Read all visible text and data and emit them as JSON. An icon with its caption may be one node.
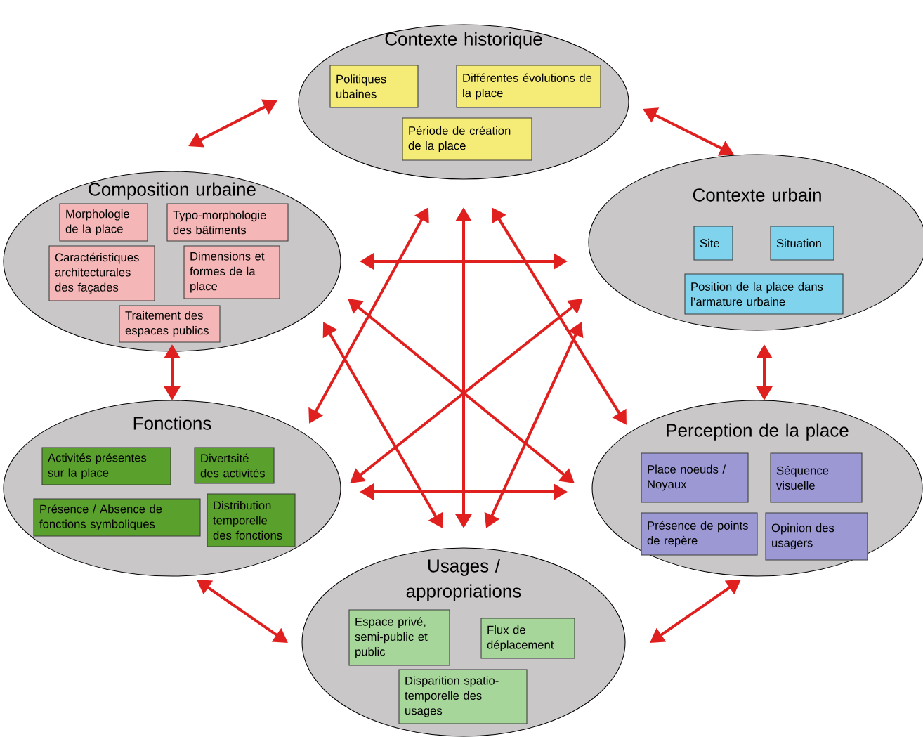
{
  "diagram": {
    "nodes": [
      {
        "text": [
          "Contexte historique"
        ]
      },
      {
        "text": [
          "Politiques ubaines"
        ],
        "in": 0
      },
      {
        "text": [
          "Différentes évolutions de la place"
        ],
        "in": 0
      },
      {
        "text": [
          "Période de création de la place"
        ],
        "in": 0
      },
      {
        "text": [
          "Composition urbaine"
        ]
      },
      {
        "text": [
          "Morphologie de la place"
        ],
        "in": 4
      },
      {
        "text": [
          "Typo-morphologie des bâtiments"
        ],
        "in": 4
      },
      {
        "text": [
          "Caractéristiques architecturales des façades"
        ],
        "in": 4
      },
      {
        "text": [
          "Dimensions et formes de la place"
        ],
        "in": 4
      },
      {
        "text": [
          "Traitement des espaces publics"
        ],
        "in": 4
      },
      {
        "text": [
          "Contexte urbain"
        ]
      },
      {
        "text": [
          "Site"
        ],
        "in": 10
      },
      {
        "text": [
          "Situation"
        ],
        "in": 10
      },
      {
        "text": [
          "Position de la place dans l’armature urbaine"
        ],
        "in": 10
      },
      {
        "text": [
          "Fonctions"
        ]
      },
      {
        "text": [
          "Activités présentes sur la place"
        ],
        "in": 14
      },
      {
        "text": [
          "Divertsité des activités"
        ],
        "in": 14
      },
      {
        "text": [
          "Présence / Absence de fonctions symboliques"
        ],
        "in": 14
      },
      {
        "text": [
          "Distribution temporelle des fonctions"
        ],
        "in": 14
      },
      {
        "text": [
          "Perception de la place"
        ]
      },
      {
        "text": [
          "Place noeuds / Noyaux"
        ],
        "in": 19
      },
      {
        "text": [
          "Séquence visuelle"
        ],
        "in": 19
      },
      {
        "text": [
          "Présence de points de repère"
        ],
        "in": 19
      },
      {
        "text": [
          "Opinion des usagers"
        ],
        "in": 19
      },
      {
        "text": [
          "Usages / appropriations"
        ]
      },
      {
        "text": [
          "Espace privé, semi-public et public"
        ],
        "in": 24
      },
      {
        "text": [
          "Flux de déplacement"
        ],
        "in": 24
      },
      {
        "text": [
          "Disparition spatio-temporelle des usages"
        ],
        "in": 24
      }
    ],
    "edges": [
      {
        "from": 0,
        "to": 10,
        "arrow": "both"
      },
      {
        "from": 10,
        "to": 19,
        "arrow": "both"
      },
      {
        "from": 19,
        "to": 24,
        "arrow": "both"
      },
      {
        "from": 24,
        "to": 14,
        "arrow": "both"
      },
      {
        "from": 14,
        "to": 4,
        "arrow": "both"
      },
      {
        "from": 4,
        "to": 0,
        "arrow": "both"
      },
      {
        "from": 0,
        "to": 24,
        "arrow": "both"
      },
      {
        "from": 4,
        "to": 10,
        "arrow": "both"
      },
      {
        "from": 14,
        "to": 19,
        "arrow": "both"
      },
      {
        "from": 0,
        "to": 14,
        "arrow": "both"
      },
      {
        "from": 0,
        "to": 19,
        "arrow": "both"
      },
      {
        "from": 4,
        "to": 24,
        "arrow": "both"
      },
      {
        "from": 10,
        "to": 24,
        "arrow": "both"
      },
      {
        "from": 4,
        "to": 19,
        "arrow": "both"
      },
      {
        "from": 10,
        "to": 14,
        "arrow": "both"
      }
    ]
  }
}
